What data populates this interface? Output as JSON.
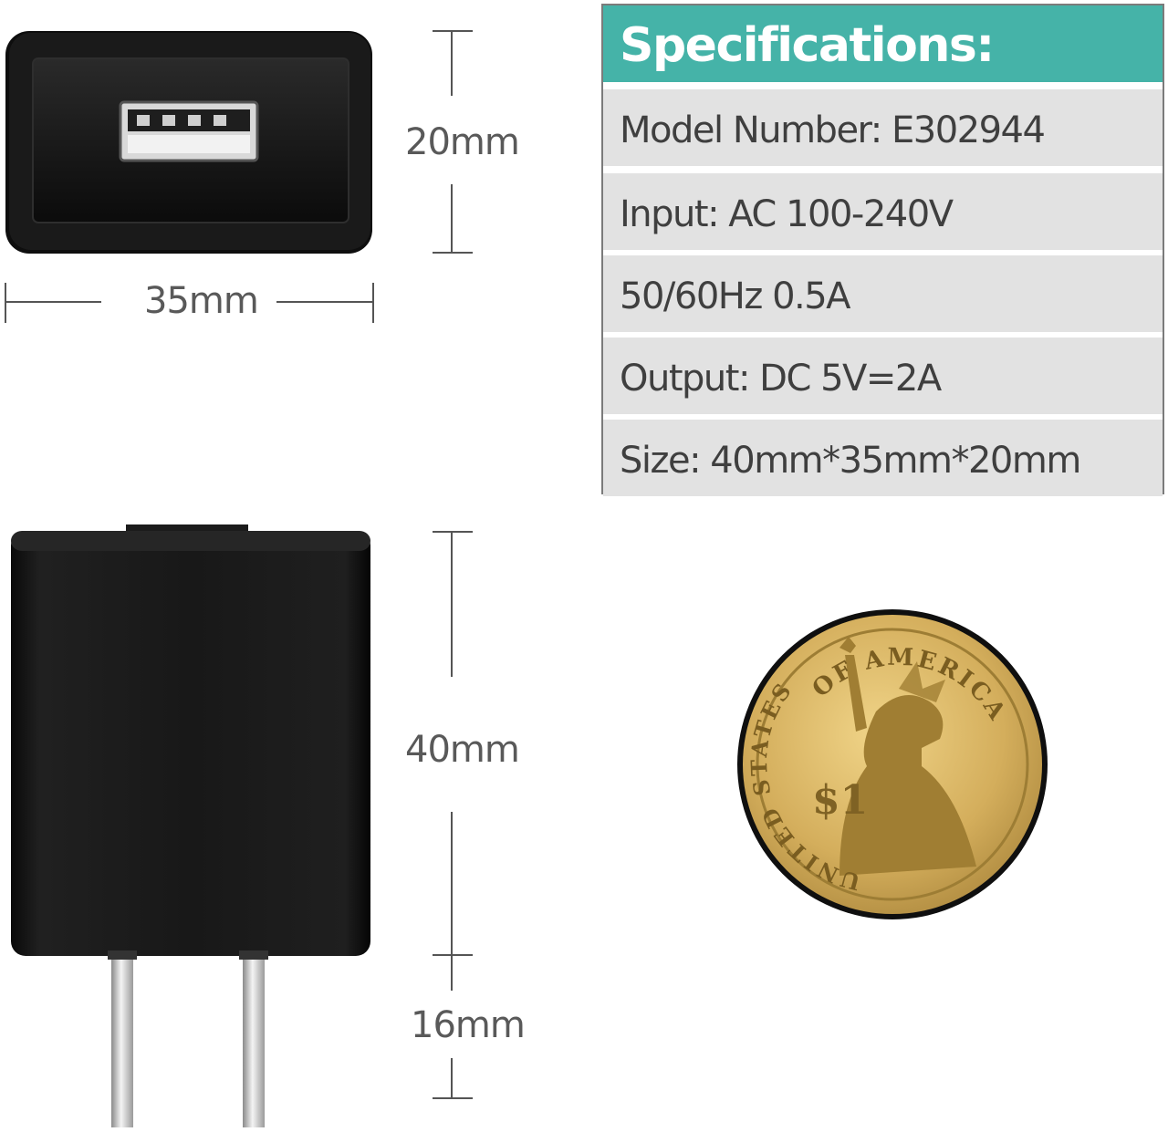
{
  "dimensions": {
    "top_height": "20mm",
    "top_width": "35mm",
    "body_height": "40mm",
    "prong_length": "16mm"
  },
  "specifications": {
    "title": "Specifications:",
    "rows": [
      "Model Number: E302944",
      "Input: AC 100-240V",
      "50/60Hz 0.5A",
      "Output: DC 5V=2A",
      "Size: 40mm*35mm*20mm"
    ]
  },
  "coin": {
    "top_text": "OF AMERICA",
    "left_text": "UNITED STATES",
    "value": "$1"
  },
  "colors": {
    "accent": "#45b3a8",
    "row_bg": "#e2e2e2",
    "charger": "#151515",
    "coin_gold": "#c9a44a"
  }
}
